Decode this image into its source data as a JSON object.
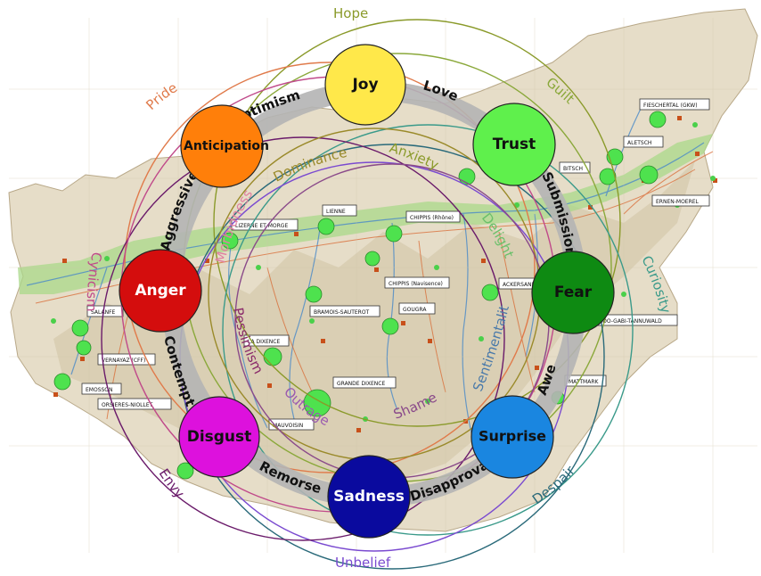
{
  "ring_labels": {
    "optimism": "Optimism",
    "love": "Love",
    "submission": "Submission",
    "awe": "Awe",
    "disapproval": "Disapproval",
    "remorse": "Remorse",
    "contempt": "Contempt",
    "aggressiveness": "Aggressiveness"
  },
  "emotions": {
    "joy": "Joy",
    "trust": "Trust",
    "fear": "Fear",
    "surprise": "Surprise",
    "sadness": "Sadness",
    "disgust": "Disgust",
    "anger": "Anger",
    "anticipation": "Anticipation"
  },
  "emotion_colors": {
    "joy": "#ffe84a",
    "trust": "#5ff04c",
    "fear": "#0e8a12",
    "surprise": "#1a86e0",
    "sadness": "#0a0a9e",
    "disgust": "#dd11dd",
    "anger": "#d40d0d",
    "anticipation": "#ff7f0a"
  },
  "dyads": {
    "hope": "Hope",
    "guilt": "Guilt",
    "curiosity": "Curiosity",
    "despair": "Despair",
    "unbelief": "Unbelief",
    "envy": "Envy",
    "cynicism": "Cynicism",
    "pride": "Pride",
    "dominance": "Dominance",
    "anxiety": "Anxiety",
    "delight": "Delight",
    "sentimentality": "Sentimentality",
    "shame": "Shame",
    "outrage": "Outrage",
    "pessimism": "Pessimism",
    "morbidness": "Morbidness"
  },
  "dyad_colors": {
    "hope": "#8a9a2a",
    "guilt": "#8aa83a",
    "curiosity": "#3a9a8a",
    "despair": "#2a6a7a",
    "unbelief": "#7a4ad0",
    "envy": "#6a1a6a",
    "cynicism": "#c04a8a",
    "pride": "#e07a4a",
    "dominance": "#9a8a2a",
    "anxiety": "#8a9a2a",
    "delight": "#6ac06a",
    "sentimentality": "#4a7aaa",
    "shame": "#8a4a8a",
    "outrage": "#9a5ab0",
    "pessimism": "#8a2a6a",
    "morbidness": "#e080a0"
  },
  "map_labels": {
    "fieschertal": "FIESCHERTAL (GKW)",
    "aletsch": "ALETSCH",
    "bitsch": "BITSCH",
    "ernen": "ERNEN-MOEREL",
    "lienne": "LIENNE",
    "lizerne": "LIZERNE ET MORGE",
    "chippis_rhone": "CHIPPIS (Rhône)",
    "chippis_navisence": "CHIPPIS (Navisence)",
    "bramois": "BRAMOIS-SAUTEROT",
    "gougra": "GOUGRA",
    "ackersand": "ACKERSAND",
    "salanfe": "SALANFE",
    "vernayaz": "VERNAYAZ (CFF)",
    "emosson": "EMOSSON",
    "orsieres": "ORSIERES-NIOLLET",
    "ladixence": "LA DIXENCE",
    "grandedixence": "GRANDE DIXENCE",
    "mauvoisin": "MAUVOISIN",
    "mattmark": "MATTMARK",
    "ondo": "ENDO-GABI-TANNUWALD"
  }
}
